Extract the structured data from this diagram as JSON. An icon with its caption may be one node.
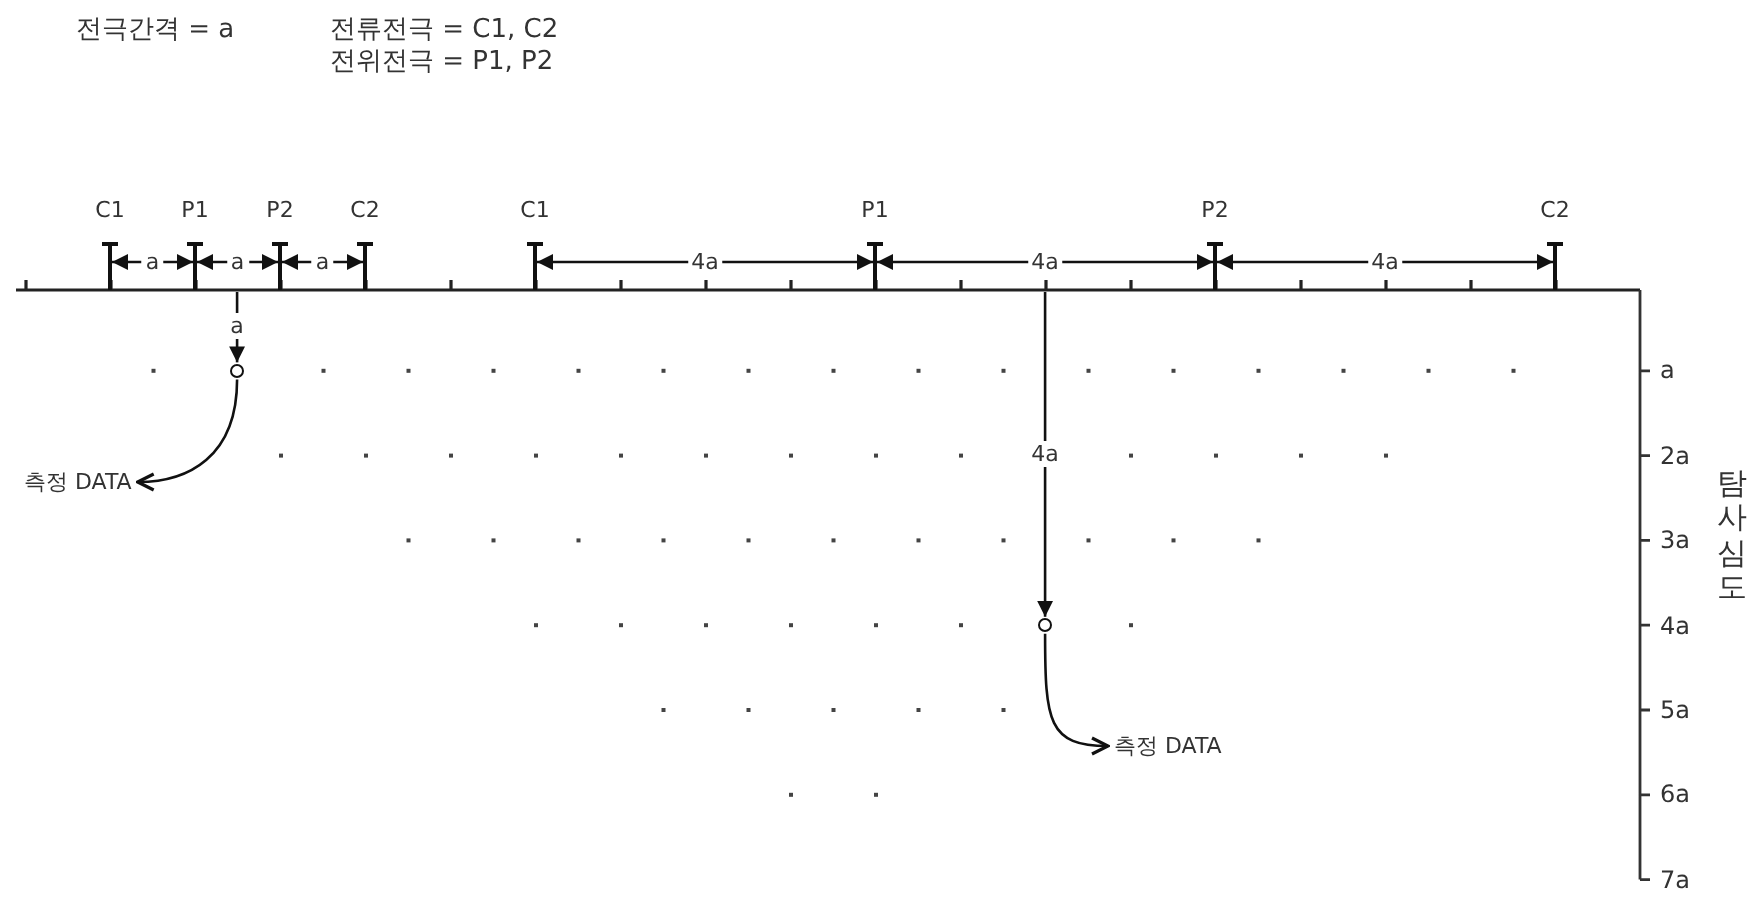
{
  "diagram": {
    "nodes": [
      {
        "text": [
          "측정 DATA"
        ]
      },
      {
        "text": [],
        "shape": "circle"
      },
      {
        "text": [],
        "shape": "circle"
      },
      {
        "text": [
          "측정 DATA"
        ]
      }
    ],
    "edges": [
      {
        "from": null,
        "to": 1,
        "arrow": "to",
        "label": "a"
      },
      {
        "from": 1,
        "to": 0,
        "arrow": "to"
      },
      {
        "from": null,
        "to": 2,
        "arrow": "to",
        "label": "4a"
      },
      {
        "from": 2,
        "to": 3,
        "arrow": "to"
      }
    ],
    "labels": [
      "전극간격 = a",
      "전류전극 = C1, C2",
      "전위전극 = P1, P2",
      "C1",
      "P1",
      "P2",
      "C2",
      "C1",
      "P1",
      "P2",
      "C2",
      "a",
      "a",
      "a",
      "4a",
      "4a",
      "4a",
      "a",
      "2a",
      "3a",
      "4a",
      "5a",
      "6a",
      "7a",
      "탐사심도"
    ]
  }
}
